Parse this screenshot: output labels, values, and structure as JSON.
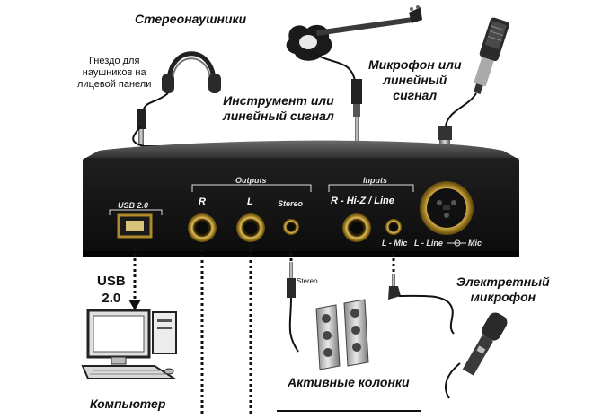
{
  "labels": {
    "headphones": "Стереонаушники",
    "jack_note": [
      "Гнездо для",
      "наушников на",
      "лицевой панели"
    ],
    "instrument": [
      "Инструмент или",
      "линейный сигнал"
    ],
    "microphone": [
      "Микрофон или",
      "линейный",
      "сигнал"
    ],
    "outputs": "Outputs",
    "inputs": "Inputs",
    "usb_port": "USB 2.0",
    "out_r": "R",
    "out_l": "L",
    "stereo": "Stereo",
    "in_r_hiz": "R - Hi-Z / Line",
    "in_l_mic": "L - Mic",
    "in_l_line_mic": "L - Line",
    "mic_suffix": "Mic",
    "usb_cable": [
      "USB",
      "2.0"
    ],
    "stereo_plug": "Stereo",
    "electret": [
      "Электретный",
      "микрофон"
    ],
    "computer": "Компьютер",
    "speakers": "Активные колонки"
  },
  "colors": {
    "panel": "#161616",
    "gold": "#c9a13a",
    "metal": "#9a9a9a"
  }
}
